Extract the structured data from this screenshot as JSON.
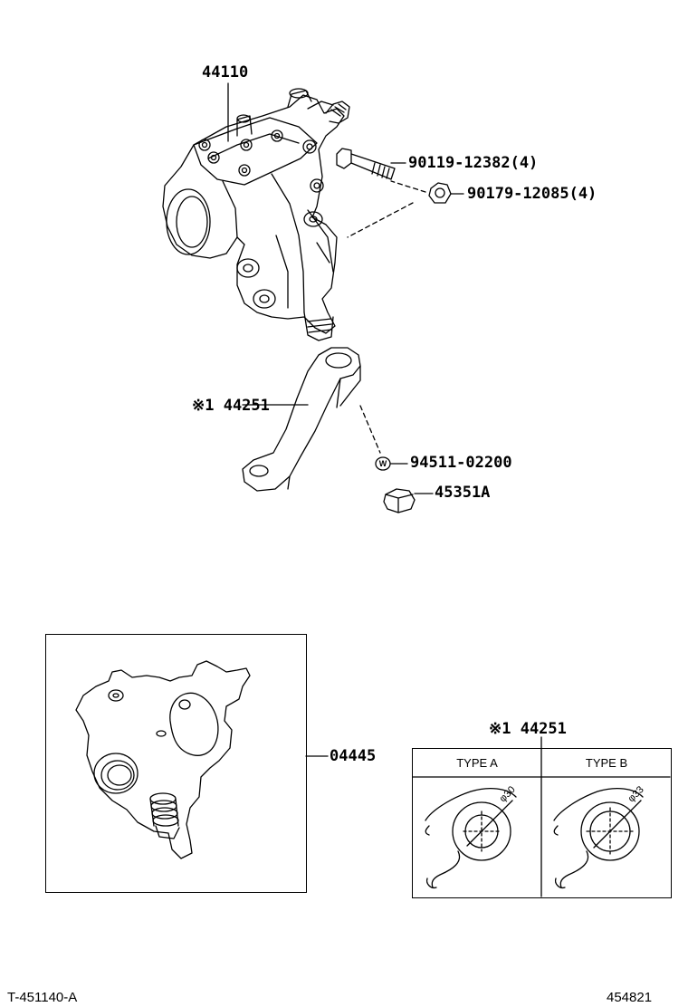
{
  "parts": {
    "gear_housing": "44110",
    "bolt": "90119-12382(4)",
    "nut_flange": "90179-12085(4)",
    "pitman_arm": "※1 44251",
    "washer": "94511-02200",
    "nut": "45351A",
    "gasket_kit": "04445"
  },
  "washer_mark": "W",
  "variants": {
    "ref_label": "※1 44251",
    "type_a": "TYPE A",
    "type_b": "TYPE B",
    "dim_a": "φ30",
    "dim_b": "φ33"
  },
  "footer": {
    "left_code": "T-451140-A",
    "right_code": "454821"
  }
}
